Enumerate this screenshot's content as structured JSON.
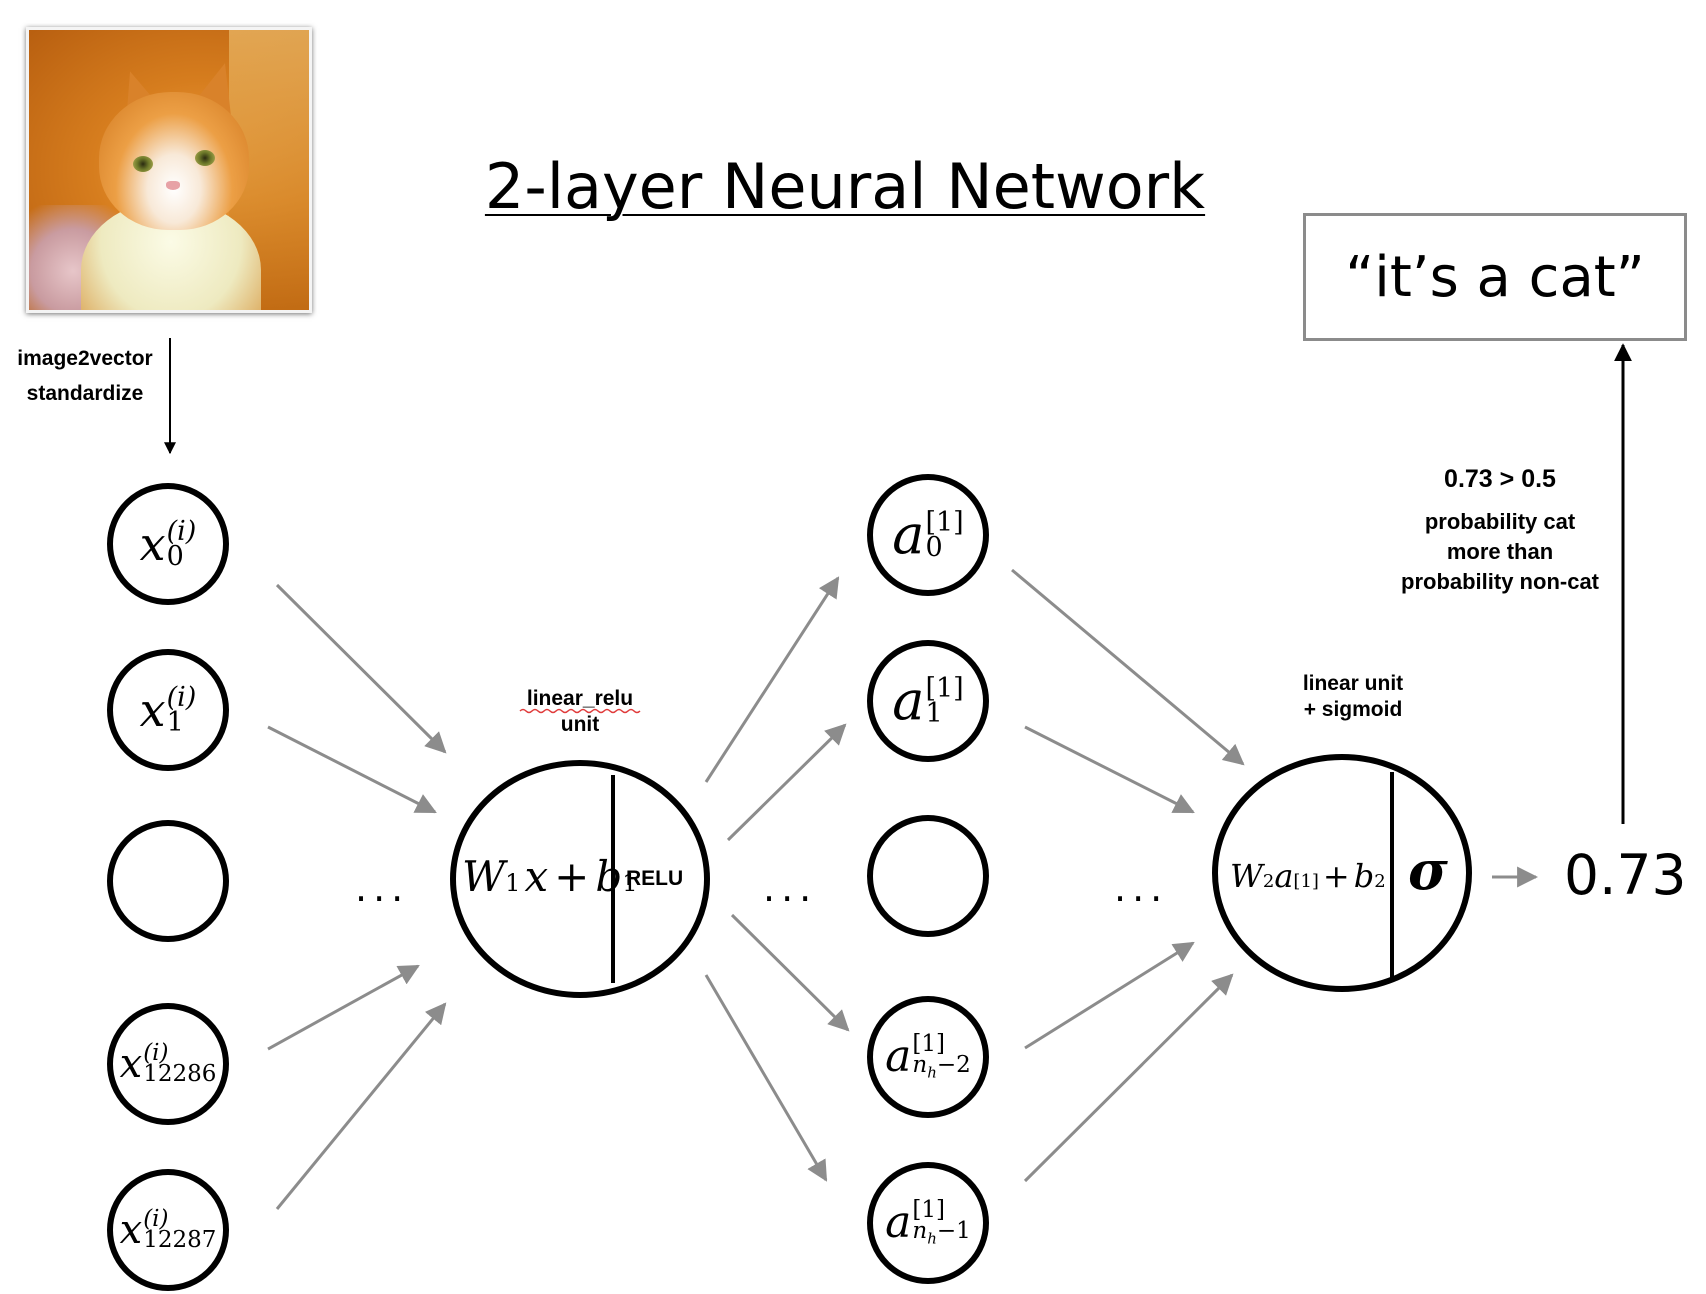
{
  "title": "2-layer Neural Network",
  "preprocess": {
    "line1": "image2vector",
    "line2": "standardize"
  },
  "input_nodes": [
    {
      "sym": "x",
      "sup": "(i)",
      "sub": "0"
    },
    {
      "sym": "x",
      "sup": "(i)",
      "sub": "1"
    },
    {
      "sym": "",
      "sup": "",
      "sub": ""
    },
    {
      "sym": "x",
      "sup": "(i)",
      "sub": "12286"
    },
    {
      "sym": "x",
      "sup": "(i)",
      "sub": "12287"
    }
  ],
  "ellipsis": "...",
  "hidden_unit": {
    "label_line1": "linear_relu",
    "label_line2": "unit",
    "formula": {
      "w": "W",
      "w_sub": "1",
      "x": "x",
      "plus": "+",
      "b": "b",
      "b_sub": "1"
    },
    "activation": "RELU"
  },
  "hidden_nodes": [
    {
      "sym": "a",
      "sup": "[1]",
      "sub": "0"
    },
    {
      "sym": "a",
      "sup": "[1]",
      "sub": "1"
    },
    {
      "sym": "",
      "sup": "",
      "sub": ""
    },
    {
      "sym": "a",
      "sup": "[1]",
      "sub": "n",
      "sub2": "h",
      "sub3": "−2"
    },
    {
      "sym": "a",
      "sup": "[1]",
      "sub": "n",
      "sub2": "h",
      "sub3": "−1"
    }
  ],
  "output_unit": {
    "label_line1": "linear unit",
    "label_line2": "+ sigmoid",
    "formula": {
      "w": "W",
      "w_sub": "2",
      "a": "a",
      "a_sup": "[1]",
      "plus": "+",
      "b": "b",
      "b_sub": "2"
    },
    "activation": "σ"
  },
  "output_value": "0.73",
  "decision": {
    "comparison": "0.73 > 0.5",
    "line1": "probability cat",
    "line2": "more than",
    "line3": "probability non-cat"
  },
  "prediction": "“it’s a cat”",
  "colors": {
    "edge": "#8c8c8c",
    "node_stroke": "#000000",
    "box_border": "#8b8b8b",
    "spellcheck": "#e03a3a"
  }
}
